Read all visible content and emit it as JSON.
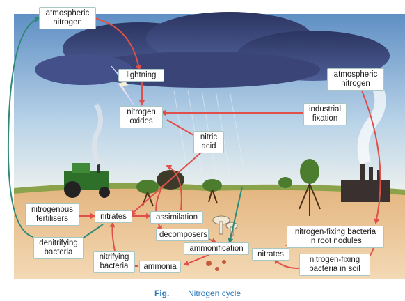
{
  "labels": {
    "atmospheric_nitrogen_top": "atmospheric\nnitrogen",
    "lightning": "lightning",
    "atmospheric_nitrogen_right": "atmospheric\nnitrogen",
    "nitrogen_oxides": "nitrogen\noxides",
    "industrial_fixation": "industrial\nfixation",
    "nitric_acid": "nitric\nacid",
    "nitrogenous_fertilisers": "nitrogenous\nfertilisers",
    "nitrates_left": "nitrates",
    "assimilation": "assimilation",
    "decomposers": "decomposers",
    "nitrogen_fixing_root": "nitrogen-fixing bacteria\nin root nodules",
    "denitrifying_bacteria": "denitrifying\nbacteria",
    "ammonification": "ammonification",
    "nitrates_right": "nitrates",
    "nitrifying_bacteria": "nitrifying\nbacteria",
    "nitrogen_fixing_soil": "nitrogen-fixing\nbacteria in soil",
    "ammonia": "ammonia"
  },
  "caption": {
    "fig": "Fig.",
    "title": "Nitrogen cycle"
  },
  "colors": {
    "arrow_red": "#e0504a",
    "arrow_teal": "#2e8a78",
    "caption_blue": "#2b78b8"
  }
}
